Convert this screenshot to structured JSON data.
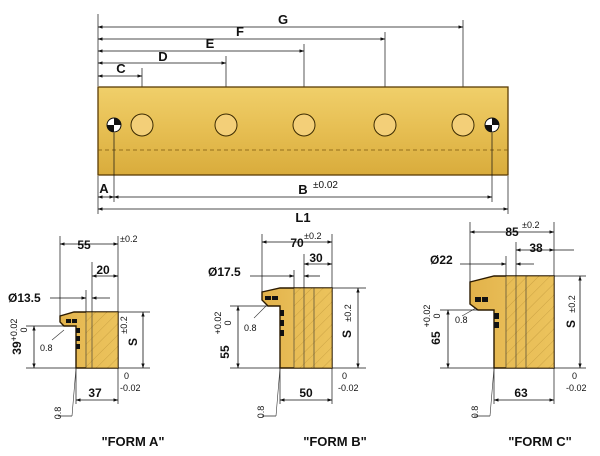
{
  "top_view": {
    "labels": {
      "g": "G",
      "f": "F",
      "e": "E",
      "d": "D",
      "c": "C",
      "a": "A",
      "b": "B",
      "b_tol": "±0.02",
      "l1": "L1"
    },
    "colors": {
      "bar_fill": "#e9c25a",
      "bar_stroke": "#5a3c05",
      "hole": "#f3cf78"
    }
  },
  "form_a": {
    "title": "\"FORM A\"",
    "dim_width": "55",
    "dim_width_tol": "±0.2",
    "dim_top": "20",
    "dim_dia": "Ø13.5",
    "dim_chamfer": "0.8",
    "dim_height": "39",
    "dim_height_tol_plus": "+0.02",
    "dim_height_tol_zero": "0",
    "dim_s": "S",
    "dim_s_tol": "±0.2",
    "dim_bottom": "37",
    "dim_bottom_tol_zero": "0",
    "dim_bottom_tol_minus": "-0.02",
    "dim_corner": "0.8"
  },
  "form_b": {
    "title": "\"FORM B\"",
    "dim_width": "70",
    "dim_width_tol": "±0.2",
    "dim_top": "30",
    "dim_dia": "Ø17.5",
    "dim_chamfer": "0.8",
    "dim_height": "55",
    "dim_height_tol_plus": "+0.02",
    "dim_height_tol_zero": "0",
    "dim_s": "S",
    "dim_s_tol": "±0.2",
    "dim_bottom": "50",
    "dim_bottom_tol_zero": "0",
    "dim_bottom_tol_minus": "-0.02",
    "dim_corner": "0.8"
  },
  "form_c": {
    "title": "\"FORM C\"",
    "dim_width": "85",
    "dim_width_tol": "±0.2",
    "dim_top": "38",
    "dim_dia": "Ø22",
    "dim_chamfer": "0.8",
    "dim_height": "65",
    "dim_height_tol_plus": "+0.02",
    "dim_height_tol_zero": "0",
    "dim_s": "S",
    "dim_s_tol": "±0.2",
    "dim_bottom": "63",
    "dim_bottom_tol_zero": "0",
    "dim_bottom_tol_minus": "-0.02",
    "dim_corner": "0.8"
  }
}
